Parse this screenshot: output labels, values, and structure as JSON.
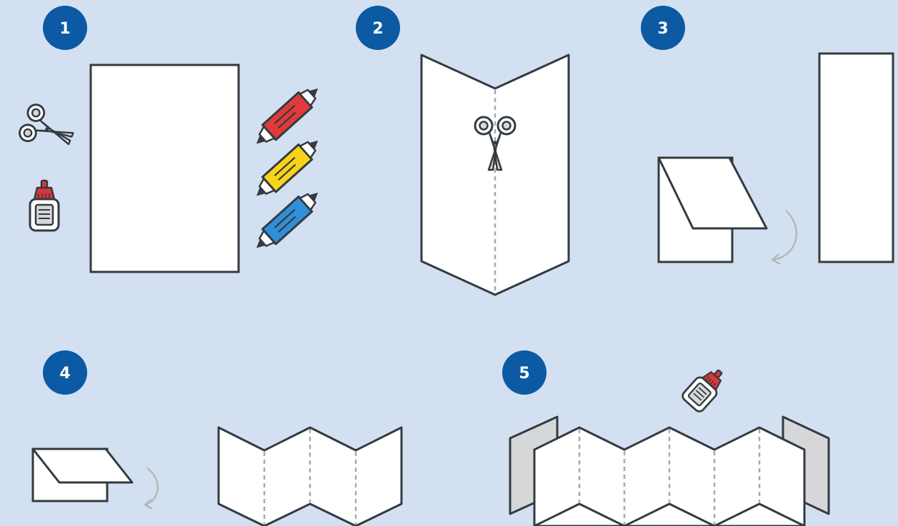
{
  "steps": [
    {
      "number": "1",
      "items": [
        "paper-sheet",
        "scissors-icon",
        "glue-bottle-icon",
        "red-marker-icon",
        "yellow-marker-icon",
        "blue-marker-icon"
      ]
    },
    {
      "number": "2",
      "items": [
        "folded-paper-open",
        "scissors-icon",
        "cut-line"
      ]
    },
    {
      "number": "3",
      "items": [
        "folded-corner-paper",
        "rotate-arrow-icon",
        "paper-strip"
      ]
    },
    {
      "number": "4",
      "items": [
        "folded-corner-paper",
        "rotate-arrow-icon",
        "zigzag-paper"
      ]
    },
    {
      "number": "5",
      "items": [
        "zigzag-paper",
        "glue-bottle-icon",
        "cover-panel-left",
        "cover-panel-right"
      ]
    }
  ],
  "colors": {
    "background": "#d3e0f1",
    "badge": "#0b5aa3",
    "outline": "#333a40",
    "paper": "#ffffff",
    "fold_line": "#a7aaad",
    "marker_red": "#e03a3a",
    "marker_yellow": "#f7d417",
    "marker_blue": "#2f8fd8",
    "glue_cap": "#d9363a",
    "cover_panel": "#d6d7d9",
    "arrow": "#b5b8bb"
  }
}
